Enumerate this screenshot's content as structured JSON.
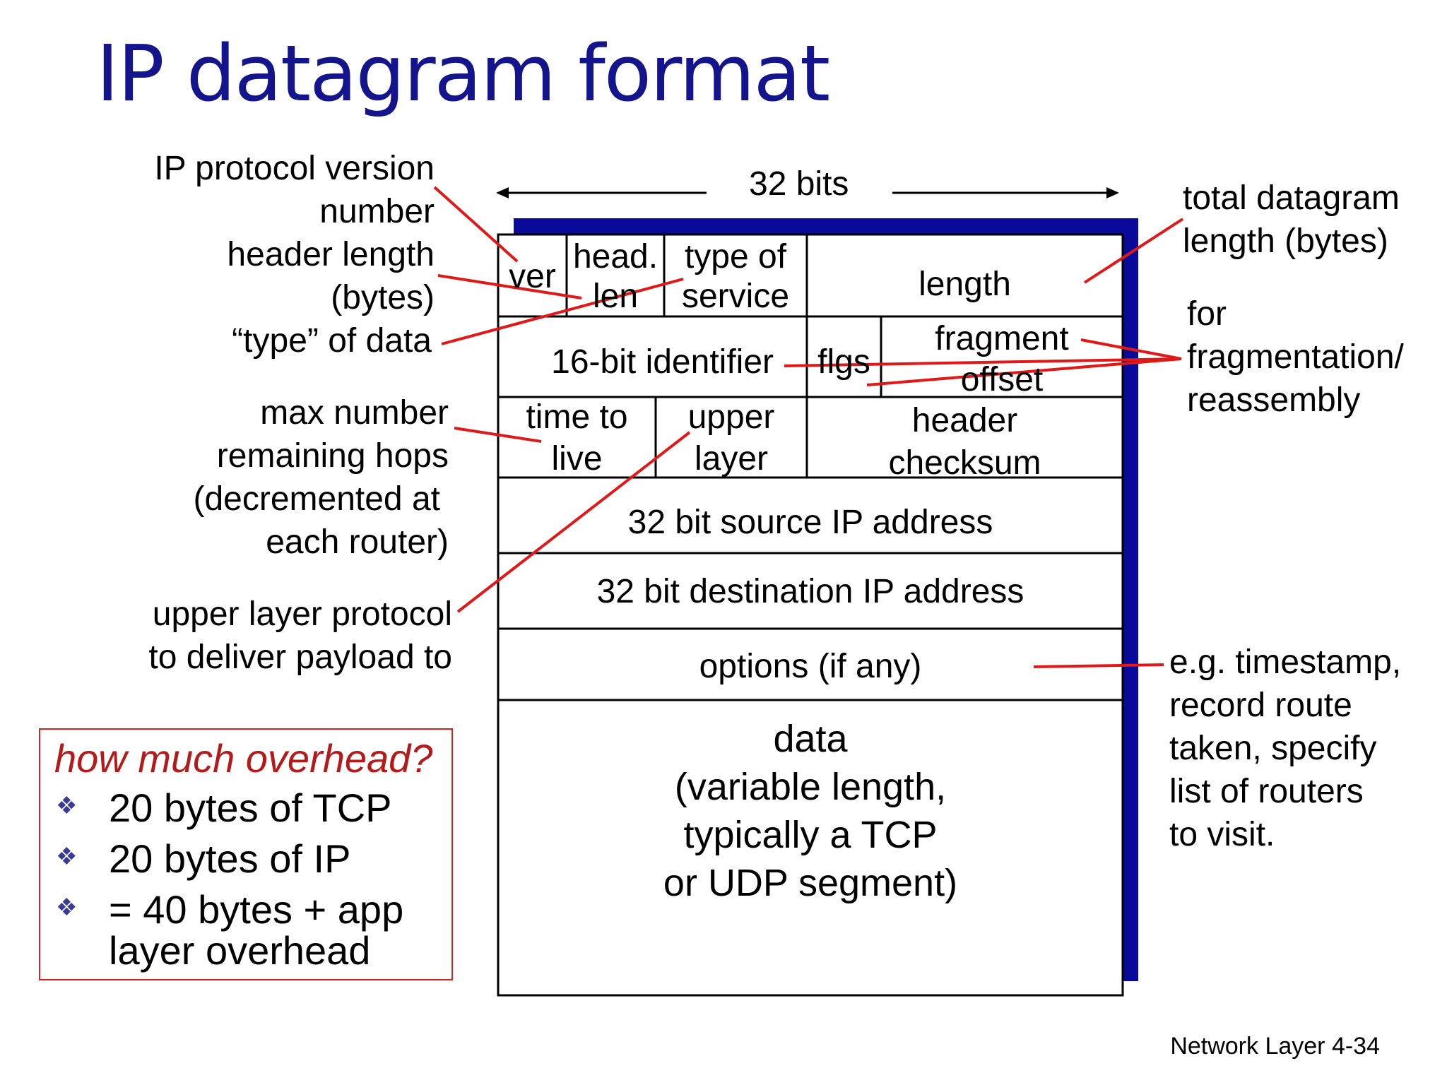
{
  "title": "IP datagram format",
  "width_label": "32 bits",
  "fields": {
    "ver": "ver",
    "head_len_1": "head.",
    "head_len_2": "len",
    "tos_1": "type of",
    "tos_2": "service",
    "length": "length",
    "identifier": "16-bit identifier",
    "flags": "flgs",
    "fragment_1": "fragment",
    "fragment_2": "offset",
    "ttl_1": "time to",
    "ttl_2": "live",
    "upper_1": "upper",
    "upper_2": "layer",
    "checksum_1": "header",
    "checksum_2": "checksum",
    "source": "32 bit source IP address",
    "destination": "32 bit destination IP address",
    "options": "options (if any)",
    "data_1": "data",
    "data_2": "(variable length,",
    "data_3": "typically a TCP",
    "data_4": "or UDP segment)"
  },
  "left_notes": {
    "version_1": "IP protocol version",
    "version_2": "number",
    "hlen_1": "header length",
    "hlen_2": "(bytes)",
    "type": "“type” of data",
    "ttl_1": "max number",
    "ttl_2": "remaining hops",
    "ttl_3": "(decremented at",
    "ttl_4": "each router)",
    "upper_1": "upper layer protocol",
    "upper_2": "to deliver payload to"
  },
  "right_notes": {
    "total_1": "total datagram",
    "total_2": "length (bytes)",
    "frag_1": "for",
    "frag_2": "fragmentation/",
    "frag_3": "reassembly",
    "opt_1": "e.g. timestamp,",
    "opt_2": "record route",
    "opt_3": "taken, specify",
    "opt_4": "list of routers",
    "opt_5": "to visit."
  },
  "overhead": {
    "heading": "how much overhead?",
    "items": [
      "20 bytes of TCP",
      "20 bytes of IP",
      "= 40 bytes + app",
      "layer overhead"
    ]
  },
  "footer": "Network Layer  4-34",
  "colors": {
    "title": "#14148c",
    "shadow": "#0a0a9a",
    "pointer": "#e01818",
    "overhead_heading": "#b51a1a"
  },
  "icons": {
    "bullet": "diamond-bullet-icon"
  }
}
